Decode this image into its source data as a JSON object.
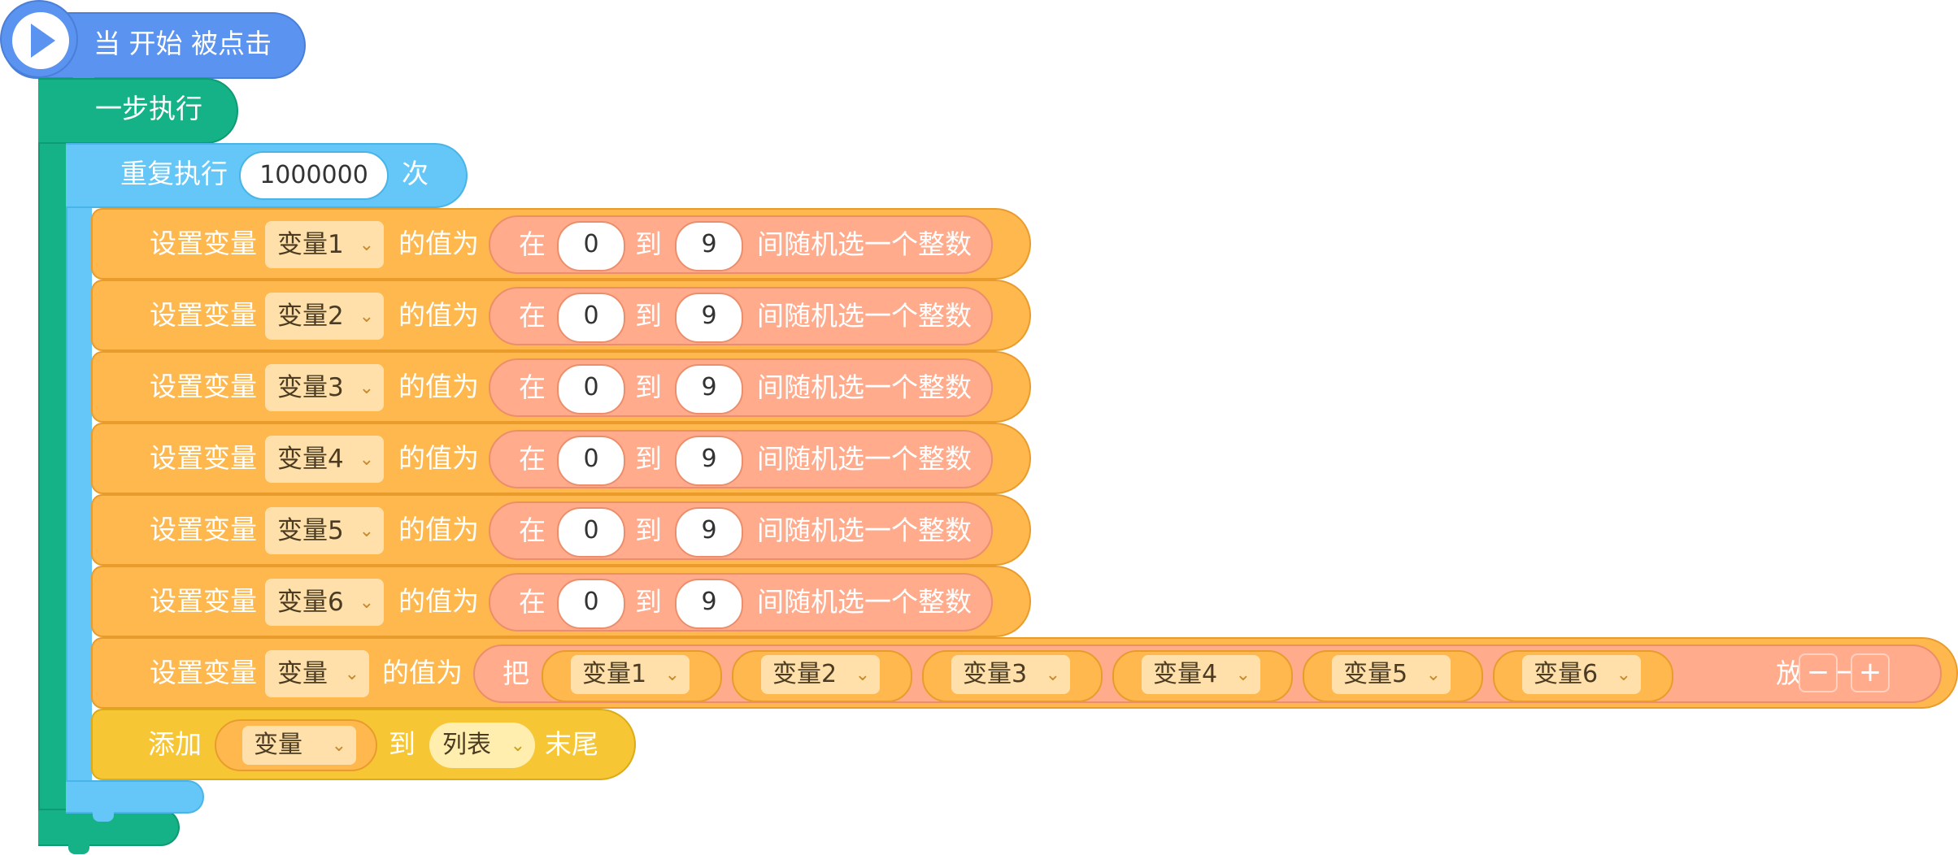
{
  "hat": {
    "label": "当 开始 被点击",
    "icon": "play-icon",
    "color": "#5b93f0"
  },
  "step": {
    "label": "一步执行",
    "color": "#16b287"
  },
  "repeat": {
    "label": "重复执行",
    "count": "1000000",
    "unit": "次",
    "color": "#64c7f7"
  },
  "set_prefix": "设置变量",
  "value_label": "的值为",
  "random": {
    "at": "在",
    "from": "0",
    "to_word": "到",
    "to": "9",
    "tail": "间随机选一个整数",
    "color": "#ffab8c"
  },
  "rows": [
    {
      "variable": "变量1"
    },
    {
      "variable": "变量2"
    },
    {
      "variable": "变量3"
    },
    {
      "variable": "变量4"
    },
    {
      "variable": "变量5"
    },
    {
      "variable": "变量6"
    }
  ],
  "join_row": {
    "variable": "变量",
    "prefix": "把",
    "items": [
      "变量1",
      "变量2",
      "变量3",
      "变量4",
      "变量5",
      "变量6"
    ],
    "suffix": "放在一起",
    "minus": "−",
    "plus": "+"
  },
  "add_row": {
    "label": "添加",
    "variable": "变量",
    "to": "到",
    "list": "列表",
    "end": "末尾",
    "color": "#f6c635"
  },
  "chevron": "⌄"
}
